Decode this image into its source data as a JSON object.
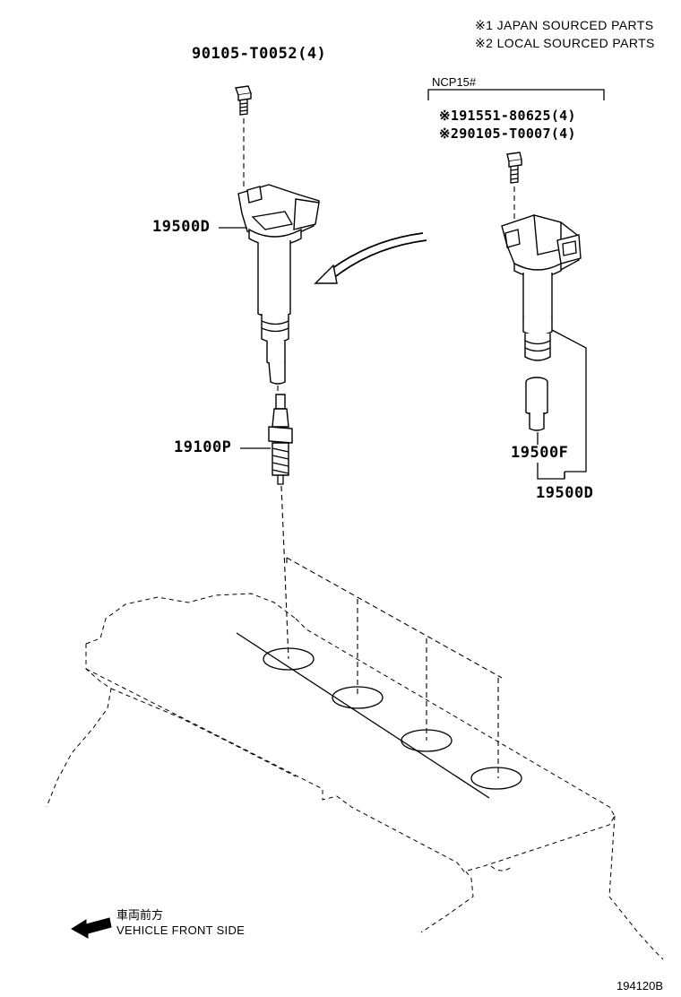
{
  "notes": {
    "japan": "※1 JAPAN SOURCED PARTS",
    "local": "※2 LOCAL SOURCED PARTS"
  },
  "variant_label": "NCP15#",
  "parts": {
    "bolt_main": "90105-T0052(4)",
    "coil_left": "19500D",
    "spark_plug": "19100P",
    "bolt_alt1": "※191551-80625(4)",
    "bolt_alt2": "※290105-T0007(4)",
    "boot": "19500F",
    "coil_right": "19500D"
  },
  "direction": {
    "japanese": "車両前方",
    "english": "VEHICLE FRONT SIDE"
  },
  "figure_code": "194120B"
}
